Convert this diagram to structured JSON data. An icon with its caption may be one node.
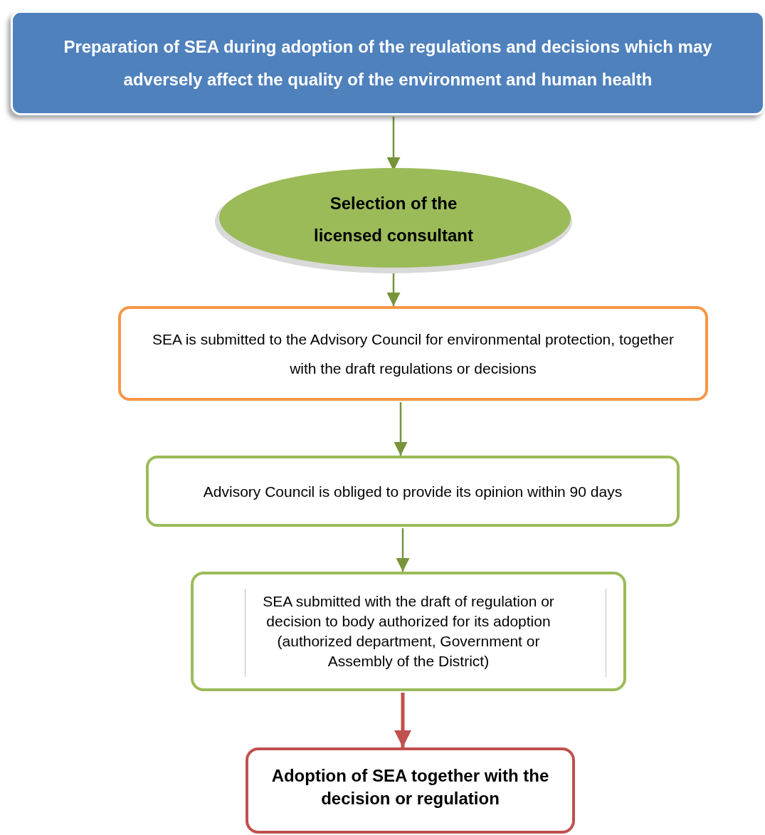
{
  "diagram": {
    "nodes": [
      {
        "text": [
          "Preparation of SEA during adoption of the regulations and decisions which may adversely affect the quality of the environment and human health"
        ]
      },
      {
        "text": [
          "Selection of the licensed consultant"
        ]
      },
      {
        "text": [
          "SEA is submitted to the Advisory Council for environmental protection, together with the draft regulations or decisions"
        ]
      },
      {
        "text": [
          "Advisory Council is obliged to provide its opinion within 90 days"
        ]
      },
      {
        "text": [
          "SEA submitted with the draft of regulation or decision to body authorized for its adoption (authorized department, Government or Assembly of the District)"
        ]
      },
      {
        "text": [
          "Adoption of SEA together with the decision or regulation"
        ]
      }
    ],
    "edges": [
      {
        "from": 0,
        "to": 1,
        "arrow": "to"
      },
      {
        "from": 1,
        "to": 2,
        "arrow": "to"
      },
      {
        "from": 2,
        "to": 3,
        "arrow": "to"
      },
      {
        "from": 3,
        "to": 4,
        "arrow": "to"
      },
      {
        "from": 4,
        "to": 5,
        "arrow": "to",
        "style": "thick",
        "color": "#c0504d"
      }
    ]
  }
}
